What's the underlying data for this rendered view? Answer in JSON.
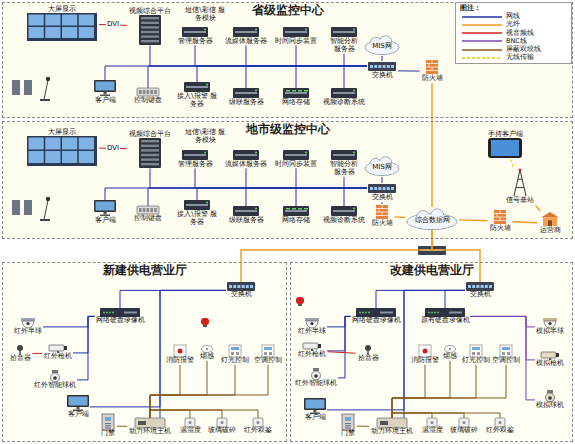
{
  "diagram": {
    "nodes": [
      {
        "text": [
          "省级监控中心"
        ]
      },
      {
        "text": [
          "大屏显示"
        ],
        "in": 0
      },
      {
        "text": [
          "视频综合平台"
        ],
        "in": 0
      },
      {
        "text": [
          "短信\\彩信 服务模块"
        ],
        "in": 0
      },
      {
        "text": [
          "管理服务器"
        ],
        "in": 0
      },
      {
        "text": [
          "流媒体服务器"
        ],
        "in": 0
      },
      {
        "text": [
          "时间同步装置"
        ],
        "in": 0
      },
      {
        "text": [
          "智能分析服务器"
        ],
        "in": 0
      },
      {
        "text": [
          "MIS网"
        ],
        "in": 0
      },
      {
        "text": [
          "交换机"
        ],
        "in": 0
      },
      {
        "text": [
          "防火墙"
        ],
        "in": 0
      },
      {
        "text": [
          "客户端"
        ],
        "in": 0
      },
      {
        "text": [
          "控制键盘"
        ],
        "in": 0
      },
      {
        "text": [
          "接入\\报警 服务器"
        ],
        "in": 0
      },
      {
        "text": [
          "级联服务器"
        ],
        "in": 0
      },
      {
        "text": [
          "网络存储"
        ],
        "in": 0
      },
      {
        "text": [
          "视频诊断系统"
        ],
        "in": 0
      },
      {
        "text": [
          "地市级监控中心"
        ]
      },
      {
        "text": [
          "大屏显示"
        ],
        "in": 17
      },
      {
        "text": [
          "视频综合平台"
        ],
        "in": 17
      },
      {
        "text": [
          "短信\\彩信 服务模块"
        ],
        "in": 17
      },
      {
        "text": [
          "管理服务器"
        ],
        "in": 17
      },
      {
        "text": [
          "流媒体服务器"
        ],
        "in": 17
      },
      {
        "text": [
          "时间同步装置"
        ],
        "in": 17
      },
      {
        "text": [
          "智能分析服务器"
        ],
        "in": 17
      },
      {
        "text": [
          "MIS网"
        ],
        "in": 17
      },
      {
        "text": [
          "交换机"
        ],
        "in": 17
      },
      {
        "text": [
          "防火墙"
        ],
        "in": 17
      },
      {
        "text": [
          "客户端"
        ],
        "in": 17
      },
      {
        "text": [
          "控制键盘"
        ],
        "in": 17
      },
      {
        "text": [
          "接入\\报警 服务器"
        ],
        "in": 17
      },
      {
        "text": [
          "级联服务器"
        ],
        "in": 17
      },
      {
        "text": [
          "网络存储"
        ],
        "in": 17
      },
      {
        "text": [
          "视频诊断系统"
        ],
        "in": 17
      },
      {
        "text": [
          "综合数据网"
        ],
        "in": 17
      },
      {
        "text": [
          "手持客户端"
        ],
        "in": 17
      },
      {
        "text": [
          "信号基站"
        ],
        "in": 17
      },
      {
        "text": [
          "防火墙"
        ],
        "in": 17
      },
      {
        "text": [
          "运营商"
        ],
        "in": 17
      },
      {
        "text": [
          "新建供电营业厅"
        ]
      },
      {
        "text": [
          "交换机"
        ],
        "in": 39
      },
      {
        "text": [
          "网络硬盘录像机"
        ],
        "in": 39
      },
      {
        "text": [
          "红外半球"
        ],
        "in": 39
      },
      {
        "text": [
          "红外枪机"
        ],
        "in": 39
      },
      {
        "text": [
          "拾音器"
        ],
        "in": 39
      },
      {
        "text": [
          "红外智能球机"
        ],
        "in": 39
      },
      {
        "text": [
          "客户端"
        ],
        "in": 39
      },
      {
        "text": [
          "门禁"
        ],
        "in": 39
      },
      {
        "text": [
          "动力环境主机"
        ],
        "in": 39
      },
      {
        "text": [
          "消防报警"
        ],
        "in": 39
      },
      {
        "text": [
          "烟感"
        ],
        "in": 39
      },
      {
        "text": [
          "灯光控制"
        ],
        "in": 39
      },
      {
        "text": [
          "空调控制"
        ],
        "in": 39
      },
      {
        "text": [
          "温湿度"
        ],
        "in": 39
      },
      {
        "text": [
          "玻璃破碎"
        ],
        "in": 39
      },
      {
        "text": [
          "红外双鉴"
        ],
        "in": 39
      },
      {
        "text": [
          "改建供电营业厅"
        ]
      },
      {
        "text": [
          "交换机"
        ],
        "in": 56
      },
      {
        "text": [
          "网络硬盘录像机"
        ],
        "in": 56
      },
      {
        "text": [
          "原有硬盘录像机"
        ],
        "in": 56
      },
      {
        "text": [
          "红外半球"
        ],
        "in": 56
      },
      {
        "text": [
          "红外枪机"
        ],
        "in": 56
      },
      {
        "text": [
          "拾音器"
        ],
        "in": 56
      },
      {
        "text": [
          "红外智能球机"
        ],
        "in": 56
      },
      {
        "text": [
          "客户端"
        ],
        "in": 56
      },
      {
        "text": [
          "门禁"
        ],
        "in": 56
      },
      {
        "text": [
          "消防报警"
        ],
        "in": 56
      },
      {
        "text": [
          "烟感"
        ],
        "in": 56
      },
      {
        "text": [
          "灯光控制"
        ],
        "in": 56
      },
      {
        "text": [
          "空调控制"
        ],
        "in": 56
      },
      {
        "text": [
          "动力环境主机"
        ],
        "in": 56
      },
      {
        "text": [
          "温湿度"
        ],
        "in": 56
      },
      {
        "text": [
          "玻璃破碎"
        ],
        "in": 56
      },
      {
        "text": [
          "红外双鉴"
        ],
        "in": 56
      },
      {
        "text": [
          "模拟半球"
        ],
        "in": 56
      },
      {
        "text": [
          "模拟枪机"
        ],
        "in": 56
      },
      {
        "text": [
          "模拟球机"
        ],
        "in": 56
      }
    ],
    "edges": [
      {
        "from": 2,
        "to": 1,
        "label": "DVI",
        "arrow": "none"
      },
      {
        "from": 2,
        "to": 9,
        "arrow": "none"
      },
      {
        "from": 4,
        "to": 9,
        "arrow": "none"
      },
      {
        "from": 5,
        "to": 9,
        "arrow": "none"
      },
      {
        "from": 6,
        "to": 9,
        "arrow": "none"
      },
      {
        "from": 7,
        "to": 9,
        "arrow": "none"
      },
      {
        "from": 11,
        "to": 9,
        "arrow": "none"
      },
      {
        "from": 12,
        "to": 9,
        "arrow": "none"
      },
      {
        "from": 13,
        "to": 9,
        "arrow": "none"
      },
      {
        "from": 14,
        "to": 9,
        "arrow": "none"
      },
      {
        "from": 15,
        "to": 9,
        "arrow": "none"
      },
      {
        "from": 16,
        "to": 9,
        "arrow": "none"
      },
      {
        "from": 9,
        "to": 8,
        "arrow": "none"
      },
      {
        "from": 9,
        "to": 10,
        "arrow": "none"
      },
      {
        "from": 10,
        "to": 34,
        "arrow": "none"
      },
      {
        "from": 19,
        "to": 18,
        "label": "DVI",
        "arrow": "none"
      },
      {
        "from": 19,
        "to": 26,
        "arrow": "none"
      },
      {
        "from": 21,
        "to": 26,
        "arrow": "none"
      },
      {
        "from": 22,
        "to": 26,
        "arrow": "none"
      },
      {
        "from": 23,
        "to": 26,
        "arrow": "none"
      },
      {
        "from": 24,
        "to": 26,
        "arrow": "none"
      },
      {
        "from": 28,
        "to": 26,
        "arrow": "none"
      },
      {
        "from": 29,
        "to": 26,
        "arrow": "none"
      },
      {
        "from": 30,
        "to": 26,
        "arrow": "none"
      },
      {
        "from": 31,
        "to": 26,
        "arrow": "none"
      },
      {
        "from": 32,
        "to": 26,
        "arrow": "none"
      },
      {
        "from": 33,
        "to": 26,
        "arrow": "none"
      },
      {
        "from": 26,
        "to": 25,
        "arrow": "none"
      },
      {
        "from": 26,
        "to": 27,
        "arrow": "none"
      },
      {
        "from": 27,
        "to": 34,
        "arrow": "none"
      },
      {
        "from": 34,
        "to": 37,
        "arrow": "none"
      },
      {
        "from": 37,
        "to": 38,
        "arrow": "none"
      },
      {
        "from": 38,
        "to": 36,
        "arrow": "none"
      },
      {
        "from": 36,
        "to": 35,
        "arrow": "none"
      },
      {
        "from": 34,
        "to": 40,
        "arrow": "none"
      },
      {
        "from": 34,
        "to": 57,
        "arrow": "none"
      },
      {
        "from": 40,
        "to": 41,
        "arrow": "none"
      },
      {
        "from": 40,
        "to": 46,
        "arrow": "none"
      },
      {
        "from": 40,
        "to": 48,
        "arrow": "none"
      },
      {
        "from": 41,
        "to": 42,
        "arrow": "none"
      },
      {
        "from": 41,
        "to": 43,
        "arrow": "none"
      },
      {
        "from": 41,
        "to": 45,
        "arrow": "none"
      },
      {
        "from": 44,
        "to": 43,
        "arrow": "none"
      },
      {
        "from": 47,
        "to": 48,
        "arrow": "none"
      },
      {
        "from": 48,
        "to": 49,
        "arrow": "none"
      },
      {
        "from": 48,
        "to": 50,
        "arrow": "none"
      },
      {
        "from": 48,
        "to": 51,
        "arrow": "none"
      },
      {
        "from": 48,
        "to": 52,
        "arrow": "none"
      },
      {
        "from": 48,
        "to": 53,
        "arrow": "none"
      },
      {
        "from": 48,
        "to": 54,
        "arrow": "none"
      },
      {
        "from": 48,
        "to": 55,
        "arrow": "none"
      },
      {
        "from": 57,
        "to": 58,
        "arrow": "none"
      },
      {
        "from": 57,
        "to": 59,
        "arrow": "none"
      },
      {
        "from": 57,
        "to": 64,
        "arrow": "none"
      },
      {
        "from": 57,
        "to": 70,
        "arrow": "none"
      },
      {
        "from": 58,
        "to": 60,
        "arrow": "none"
      },
      {
        "from": 58,
        "to": 61,
        "arrow": "none"
      },
      {
        "from": 58,
        "to": 63,
        "arrow": "none"
      },
      {
        "from": 62,
        "to": 61,
        "arrow": "none"
      },
      {
        "from": 65,
        "to": 70,
        "arrow": "none"
      },
      {
        "from": 70,
        "to": 66,
        "arrow": "none"
      },
      {
        "from": 70,
        "to": 67,
        "arrow": "none"
      },
      {
        "from": 70,
        "to": 68,
        "arrow": "none"
      },
      {
        "from": 70,
        "to": 69,
        "arrow": "none"
      },
      {
        "from": 70,
        "to": 71,
        "arrow": "none"
      },
      {
        "from": 70,
        "to": 72,
        "arrow": "none"
      },
      {
        "from": 70,
        "to": 73,
        "arrow": "none"
      },
      {
        "from": 59,
        "to": 74,
        "arrow": "none"
      },
      {
        "from": 59,
        "to": 75,
        "arrow": "none"
      },
      {
        "from": 59,
        "to": 76,
        "arrow": "none"
      }
    ],
    "labels": [
      "图注："
    ],
    "legend": [
      {
        "text": "网线"
      },
      {
        "text": "光纤"
      },
      {
        "text": "视音频线"
      },
      {
        "text": "BNC线"
      },
      {
        "text": "屏蔽双绞线"
      },
      {
        "text": "无线传输"
      }
    ]
  }
}
